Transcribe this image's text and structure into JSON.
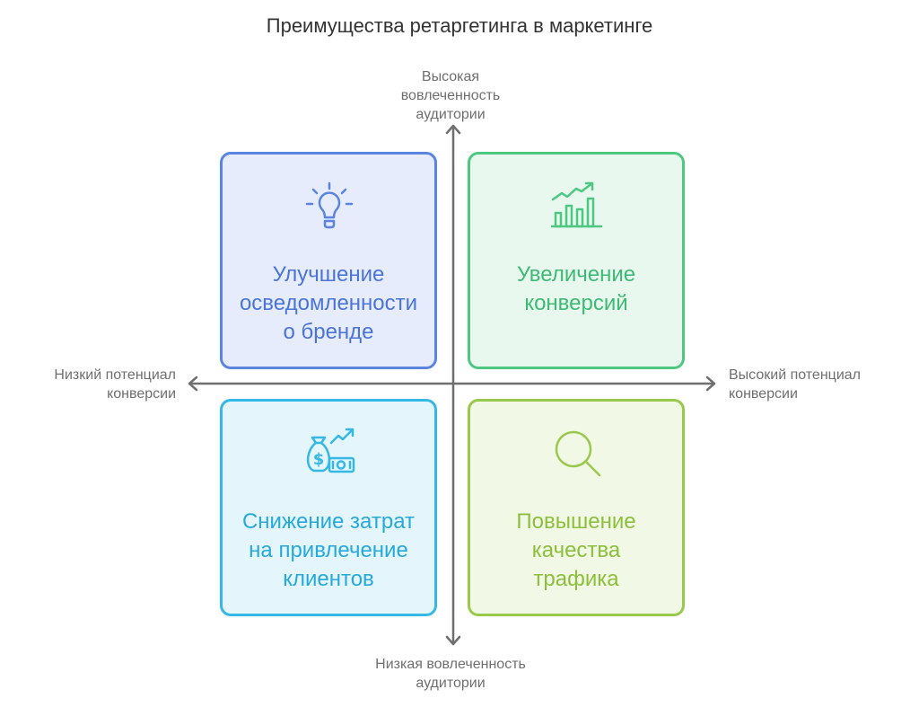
{
  "title": "Преимущества ретаргетинга в маркетинге",
  "axes": {
    "top": "Высокая\nвовлеченность\nаудитории",
    "bottom": "Низкая вовлеченность\nаудитории",
    "left": "Низкий потенциал\nконверсии",
    "right": "Высокий потенциал\nконверсии"
  },
  "quadrants": [
    {
      "text": "Улучшение\nосведомленности\nо бренде",
      "icon": "lightbulb-icon",
      "color": "#5b84e0"
    },
    {
      "text": "Увеличение\nконверсий",
      "icon": "growth-chart-icon",
      "color": "#4cc880"
    },
    {
      "text": "Снижение затрат\nна привлечение\nклиентов",
      "icon": "money-growth-icon",
      "color": "#35b8e6"
    },
    {
      "text": "Повышение\nкачества\nтрафика",
      "icon": "magnifier-icon",
      "color": "#98c94a"
    }
  ]
}
